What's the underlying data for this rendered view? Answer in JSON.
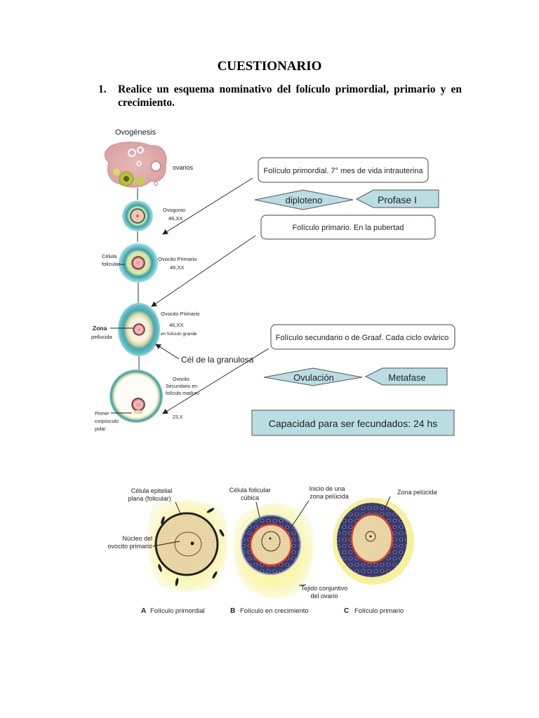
{
  "document": {
    "title": "CUESTIONARIO",
    "questions": [
      {
        "number": "1.",
        "text": "Realice un esquema nominativo del folículo primordial, primario y en crecimiento."
      }
    ]
  },
  "ovogenesis_diagram": {
    "heading": "Ovogénesis",
    "labels": {
      "ovarios": "ovarios",
      "ovogonio": "Ovogonio",
      "ovogonio_karyotype": "46,XX",
      "celula_folicular_1": "Célula",
      "celula_folicular_2": "folicular",
      "ovocito_primario": "Ovocito Primario",
      "ovocito_primario_karyotype": "46,XX",
      "ovocito_primario_2": "Ovocito Primario",
      "ovocito_primario_2_karyotype": "46,XX",
      "ovocito_primario_2_note": "en folículo grande",
      "zona_pellucida_1": "Zona",
      "zona_pellucida_2": "pellucida",
      "cel_granulosa": "Cél de la granulosa",
      "ovocito_secundario_1": "Ovocito",
      "ovocito_secundario_2": "Secundario en",
      "ovocito_secundario_3": "folículo maduro",
      "ovocito_secundario_karyotype": "23,X",
      "primer_corpusculo_1": "Primer",
      "primer_corpusculo_2": "corpúsculo",
      "primer_corpusculo_3": "polar"
    },
    "callouts": {
      "primordial": "Folículo primordial. 7° mes de vida intrauterina",
      "diploteno": "diploteno",
      "profase": "Profase I",
      "primario": "Folículo primario. En la pubertad",
      "secundario": "Folículo secundario o de Graaf. Cada ciclo ovárico",
      "ovulacion": "Ovulación",
      "metafase": "Metafase",
      "capacidad": "Capacidad para ser fecundados: 24 hs"
    },
    "colors": {
      "callout_fill": "#b9dde2",
      "callout_stroke": "#555555"
    }
  },
  "follicle_diagram": {
    "labels": {
      "celula_epitelial_1": "Célula epitelial",
      "celula_epitelial_2": "plana (folicular)",
      "nucleo_1": "Núcleo del",
      "nucleo_2": "ovocito primario",
      "celula_cubica_1": "Célula folicular",
      "celula_cubica_2": "cúbica",
      "inicio_zona_1": "Inicio de una",
      "inicio_zona_2": "zona pelúcida",
      "zona_pelucida": "Zona pelúcida",
      "tejido_1": "Tejido conjuntivo",
      "tejido_2": "del ovario"
    },
    "captions": [
      {
        "letter": "A",
        "text": "Folículo primordial"
      },
      {
        "letter": "B",
        "text": "Folículo en crecimiento"
      },
      {
        "letter": "C",
        "text": "Folículo primario"
      }
    ]
  }
}
